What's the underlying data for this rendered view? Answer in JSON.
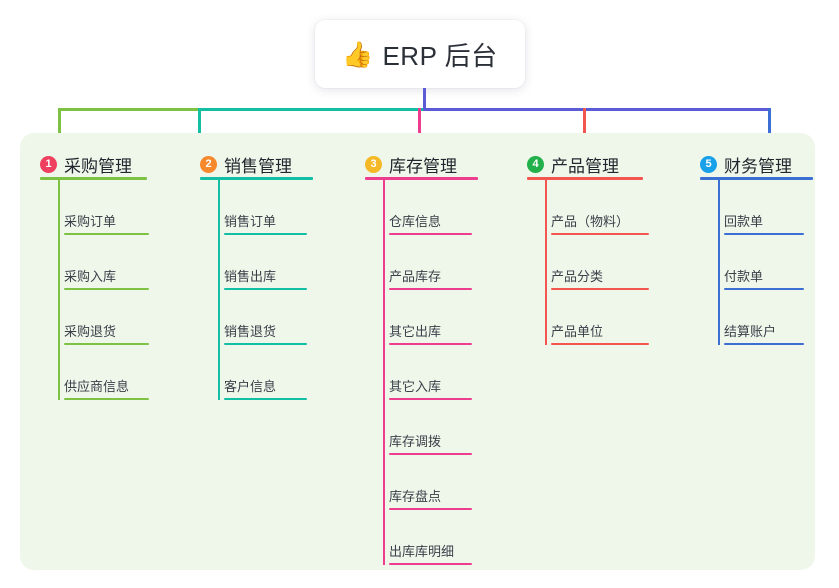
{
  "page": {
    "background": "#ffffff",
    "panel_background": "#eff7eb"
  },
  "title": {
    "icon": "thumbs-up-icon",
    "emoji": "👍",
    "text": "ERP 后台",
    "stem_color": "#5b5bd6"
  },
  "connector": {
    "segments": [
      {
        "name": "segment-green",
        "color": "#7dc242"
      },
      {
        "name": "segment-teal",
        "color": "#12bfa4"
      },
      {
        "name": "segment-indigo",
        "color": "#5b5bd6"
      }
    ]
  },
  "columns": [
    {
      "index": "1",
      "title": "采购管理",
      "badge_color": "#ef4060",
      "line_color": "#7dc242",
      "drop_color": "#7dc242",
      "items": [
        {
          "label": "采购订单"
        },
        {
          "label": "采购入库"
        },
        {
          "label": "采购退货"
        },
        {
          "label": "供应商信息"
        }
      ]
    },
    {
      "index": "2",
      "title": "销售管理",
      "badge_color": "#f5892c",
      "line_color": "#12bfa4",
      "drop_color": "#12bfa4",
      "items": [
        {
          "label": "销售订单"
        },
        {
          "label": "销售出库"
        },
        {
          "label": "销售退货"
        },
        {
          "label": "客户信息"
        }
      ]
    },
    {
      "index": "3",
      "title": "库存管理",
      "badge_color": "#f5b827",
      "line_color": "#ee3d8f",
      "drop_color": "#ee3d8f",
      "items": [
        {
          "label": "仓库信息"
        },
        {
          "label": "产品库存"
        },
        {
          "label": "其它出库"
        },
        {
          "label": "其它入库"
        },
        {
          "label": "库存调拨"
        },
        {
          "label": "库存盘点"
        },
        {
          "label": "出库库明细"
        }
      ]
    },
    {
      "index": "4",
      "title": "产品管理",
      "badge_color": "#22b04b",
      "line_color": "#f2564f",
      "drop_color": "#f2564f",
      "items": [
        {
          "label": "产品（物料）"
        },
        {
          "label": "产品分类"
        },
        {
          "label": "产品单位"
        }
      ]
    },
    {
      "index": "5",
      "title": "财务管理",
      "badge_color": "#18a0e8",
      "line_color": "#3b6fd4",
      "drop_color": "#3b6fd4",
      "items": [
        {
          "label": "回款单"
        },
        {
          "label": "付款单"
        },
        {
          "label": "结算账户"
        }
      ]
    }
  ]
}
